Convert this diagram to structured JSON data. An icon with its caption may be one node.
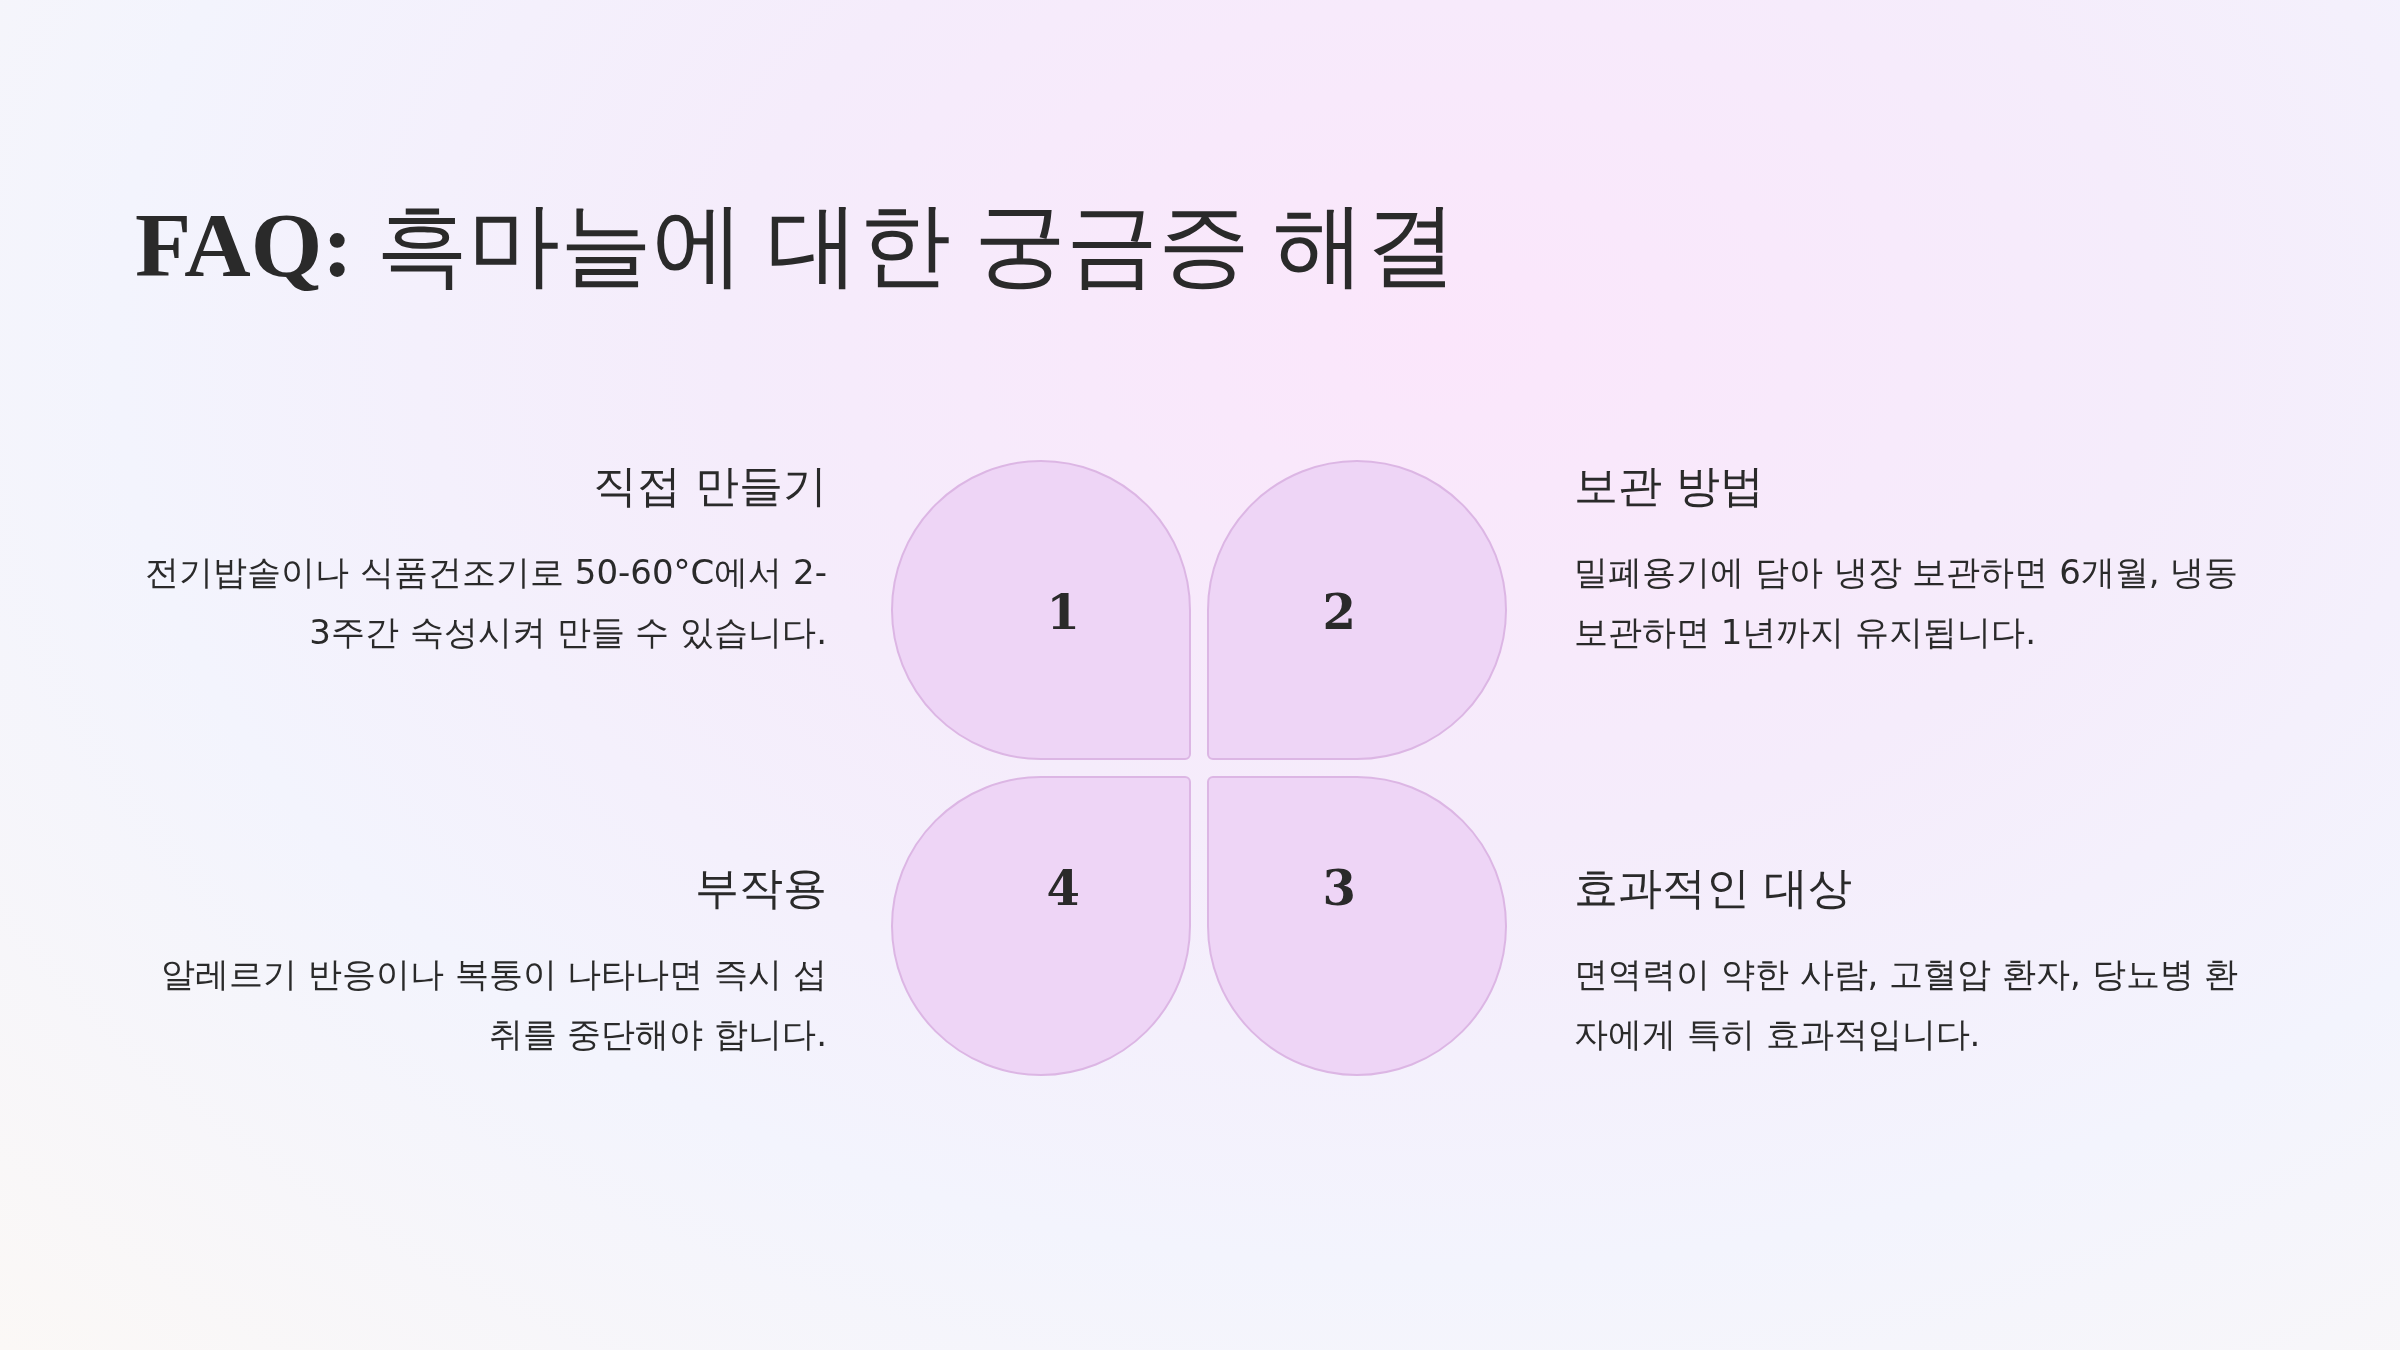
{
  "diagram": {
    "title": "**FAQ:** 흑마늘에 대한 궁금증 해결",
    "nodes": [
      {
        "text": [
          "1"
        ],
        "beside": [
          "직접 만들기",
          "전기밥솥이나 식품건조기로 50-60°C에서 2-3주간 숙성시켜 만들 수 있습니다."
        ]
      },
      {
        "text": [
          "2"
        ],
        "beside": [
          "보관 방법",
          "밀폐용기에 담아 냉장 보관하면 6개월, 냉동 보관하면 1년까지 유지됩니다."
        ]
      },
      {
        "text": [
          "4"
        ],
        "beside": [
          "부작용",
          "알레르기 반응이나 복통이 나타나면 즉시 섭취를 중단해야 합니다."
        ]
      },
      {
        "text": [
          "3"
        ],
        "beside": [
          "효과적인 대상",
          "면역력이 약한 사람, 고혈압 환자, 당뇨병 환자에게 특히 효과적입니다."
        ]
      }
    ],
    "edges": []
  }
}
